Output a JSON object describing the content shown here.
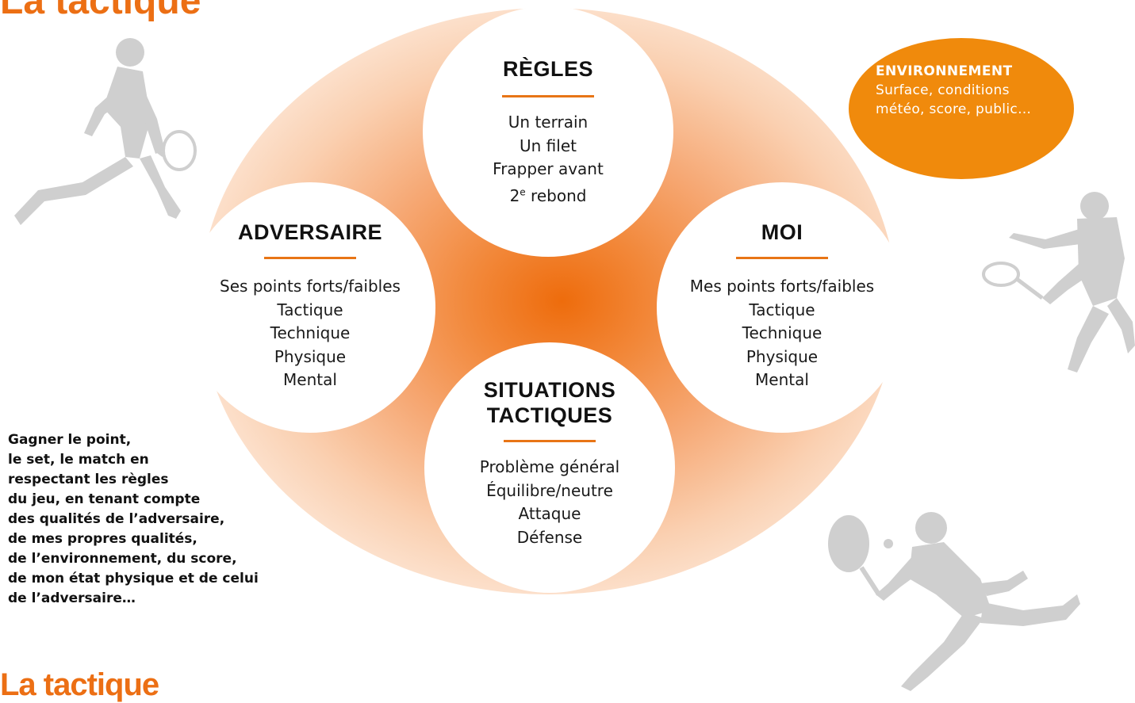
{
  "header": {
    "title": "La tactique"
  },
  "footer": {
    "title": "La tactique"
  },
  "circles": {
    "regles": {
      "title": "RÈGLES",
      "items": [
        "Un terrain",
        "Un filet",
        "Frapper avant",
        "2e rebond"
      ]
    },
    "adversaire": {
      "title": "ADVERSAIRE",
      "items": [
        "Ses points forts/faibles",
        "Tactique",
        "Technique",
        "Physique",
        "Mental"
      ]
    },
    "moi": {
      "title": "MOI",
      "items": [
        "Mes points forts/faibles",
        "Tactique",
        "Technique",
        "Physique",
        "Mental"
      ]
    },
    "situations": {
      "title_line1": "SITUATIONS",
      "title_line2": "TACTIQUES",
      "items": [
        "Problème général",
        "Équilibre/neutre",
        "Attaque",
        "Défense"
      ]
    }
  },
  "environnement": {
    "title": "ENVIRONNEMENT",
    "lines": [
      "Surface, conditions",
      "météo, score, public…"
    ]
  },
  "goal_text": [
    "Gagner le point,",
    "le set, le match en",
    "respectant les règles",
    "du jeu, en tenant compte",
    "des qualités de l’adversaire,",
    "de mes propres qualités,",
    "de l’environnement, du score,",
    "de mon état physique et de celui",
    "de l’adversaire…"
  ],
  "colors": {
    "accent": "#ec6f14",
    "environment_fill": "#f08a0c",
    "silhouette": "#cfcfcf"
  }
}
